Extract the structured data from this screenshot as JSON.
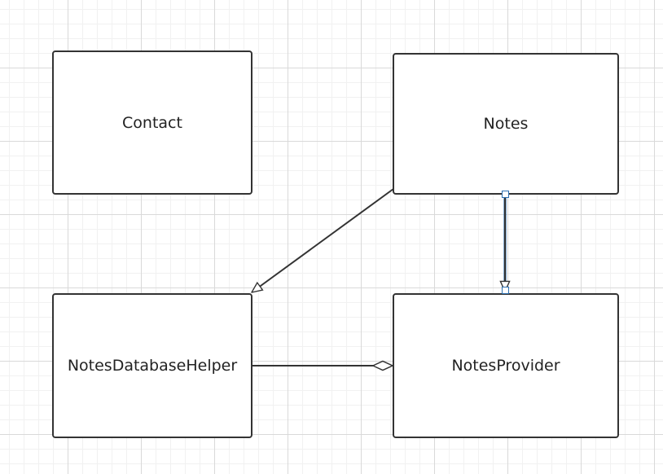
{
  "diagram": {
    "nodes": {
      "contact": "Contact",
      "notes": "Notes",
      "helper": "NotesDatabaseHelper",
      "provider": "NotesProvider"
    },
    "edges": [
      {
        "from": "notes",
        "to": "helper",
        "arrow": "hollow-triangle"
      },
      {
        "from": "notes",
        "to": "provider",
        "arrow": "hollow-triangle",
        "selected": true
      },
      {
        "from": "helper",
        "to": "provider",
        "arrow": "hollow-diamond"
      }
    ]
  },
  "colors": {
    "node_border": "#333333",
    "edge": "#333333",
    "selection": "#2c6fb0",
    "grid": "#d9d9d9"
  }
}
